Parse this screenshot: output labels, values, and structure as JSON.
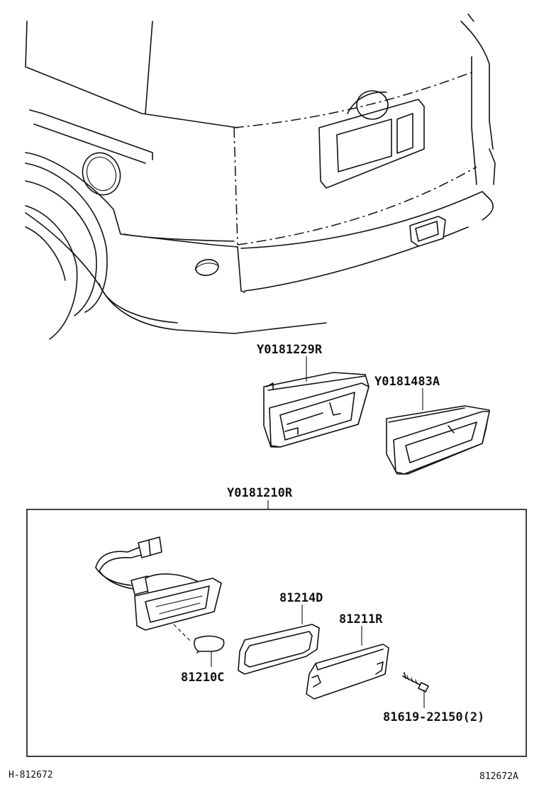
{
  "diagram": {
    "part_numbers": {
      "bracket_a": "Y0181229R",
      "bracket_b": "Y0181483A",
      "lamp_assembly": "Y0181210R",
      "gasket": "81214D",
      "lens": "81211R",
      "bulb": "81210C",
      "screw": "81619-22150(2)"
    },
    "corner_codes": {
      "bottom_left": "H-812672",
      "bottom_right": "812672A"
    },
    "line_color": "#111111",
    "background": "#ffffff"
  }
}
